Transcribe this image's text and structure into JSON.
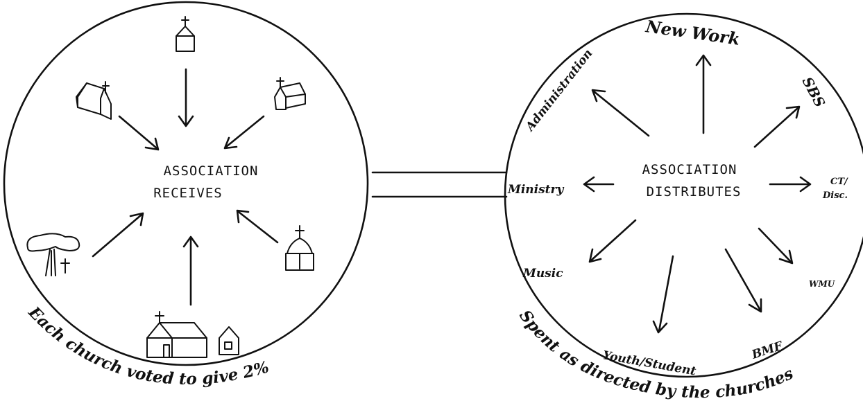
{
  "left_circle": {
    "line1": "ASSOCIATION",
    "line2": "RECEIVES",
    "caption": "Each church voted to give 2%"
  },
  "right_circle": {
    "line1": "ASSOCIATION",
    "line2": "DISTRIBUTES",
    "caption": "Spent as directed by the churches",
    "destinations": {
      "administration": "Administration",
      "new_work": "New Work",
      "sbs": "SBS",
      "ct_line1": "CT/",
      "ct_line2": "Disc.",
      "ministry": "Ministry",
      "music": "Music",
      "youth": "Youth/Student",
      "bmf": "BMF",
      "wmu": "WMU"
    }
  }
}
